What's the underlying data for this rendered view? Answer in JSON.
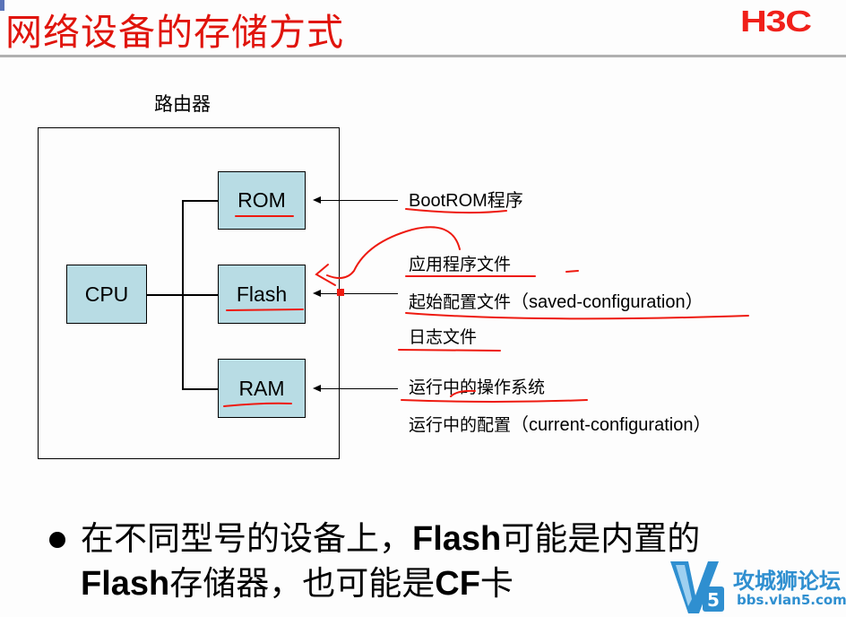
{
  "slide": {
    "title": "网络设备的存储方式",
    "logo_text": "H3C",
    "accent_color": "#e0140c"
  },
  "diagram": {
    "router_label": "路由器",
    "blocks": {
      "cpu": "CPU",
      "rom": "ROM",
      "flash": "Flash",
      "ram": "RAM"
    },
    "rom_contents": [
      "BootROM程序"
    ],
    "flash_contents": {
      "app": "应用程序文件",
      "startup_prefix": "起始配置文件",
      "startup_en": "（saved-configuration）",
      "log": "日志文件"
    },
    "ram_contents": {
      "os": "运行中的操作系统",
      "running_prefix": "运行中的配置",
      "running_en": "（current-configuration）"
    }
  },
  "bullet": {
    "part1": "在不同型号的设备上，",
    "part2_bold": "Flash",
    "part3": "可能是内置的",
    "part4_bold": "Flash",
    "part5": "存储器，也可能是",
    "part6_bold": "CF",
    "part7": "卡"
  },
  "watermark": {
    "logo": "V5",
    "site_name": "攻城狮论坛",
    "url": "bbs.vlan5.com"
  }
}
